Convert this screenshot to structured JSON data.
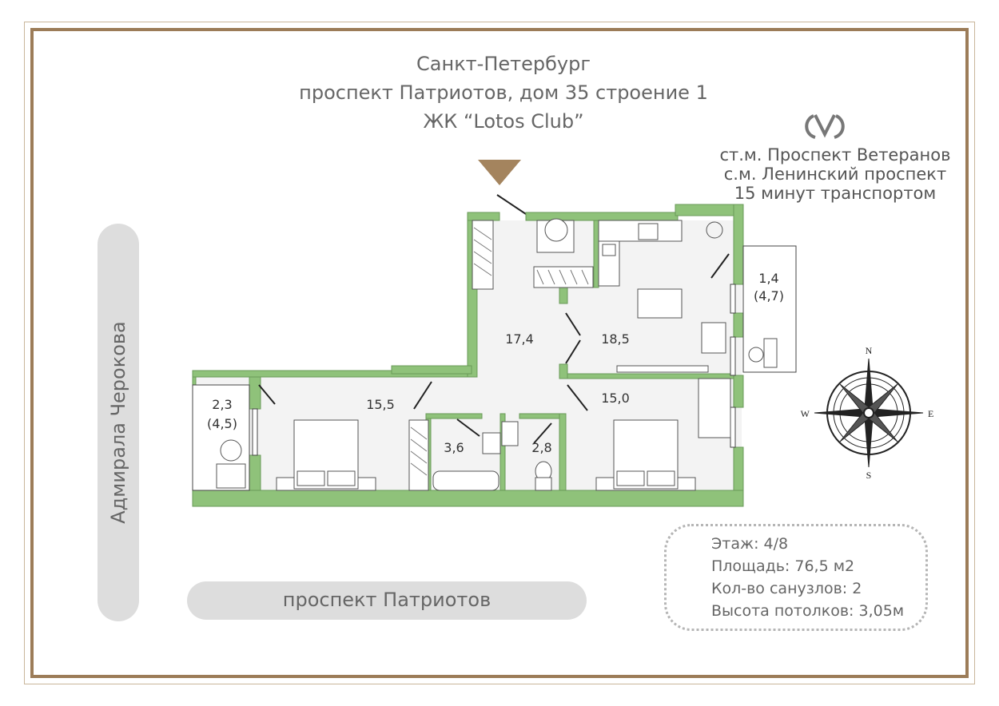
{
  "address": {
    "city": "Санкт-Петербург",
    "street": "проспект Патриотов, дом 35 строение 1",
    "complex": "ЖК “Lotos Club”"
  },
  "metro": {
    "icon": "metro-icon",
    "line1": "ст.м. Проспект Ветеранов",
    "line2": "с.м. Ленинский проспект",
    "line3": "15 минут транспортом"
  },
  "streets": {
    "vertical": "Адмирала Черокова",
    "horizontal": "проспект Патриотов"
  },
  "rooms": {
    "hall": "17,4",
    "kitchen": "18,5",
    "bedroom_left": "15,5",
    "bedroom_right": "15,0",
    "bath": "3,6",
    "wc": "2,8",
    "balcony_left_a": "2,3",
    "balcony_left_b": "(4,5)",
    "balcony_right_a": "1,4",
    "balcony_right_b": "(4,7)"
  },
  "compass": {
    "n": "N",
    "s": "S",
    "e": "E",
    "w": "W"
  },
  "info": {
    "floor": "Этаж: 4/8",
    "area": "Площадь: 76,5 м2",
    "bathrooms": "Кол-во санузлов: 2",
    "ceiling": "Высота потолков: 3,05м"
  },
  "colors": {
    "wall": "#8fc27a",
    "accent": "#9c7c58",
    "entrance": "#a4845e"
  }
}
